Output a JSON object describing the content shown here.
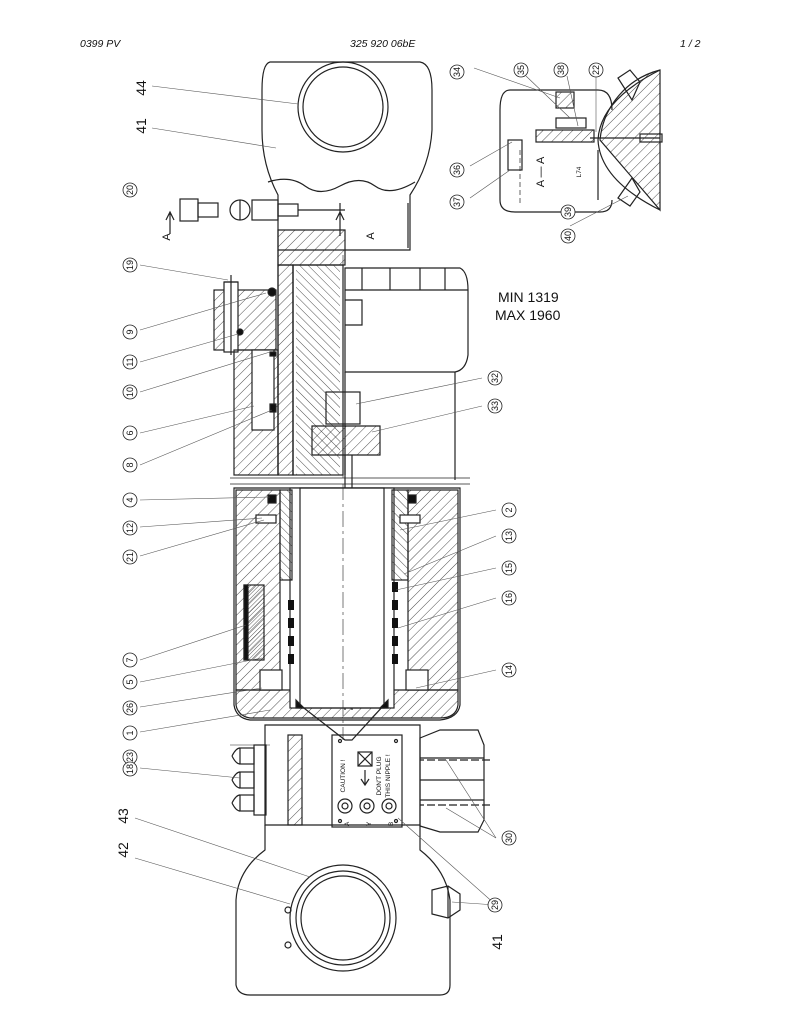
{
  "header": {
    "left": "0399 PV",
    "center": "325 920 06bE",
    "right": "1 / 2"
  },
  "dimensions": {
    "min": "MIN 1319",
    "max": "MAX 1960"
  },
  "big_labels": [
    "44",
    "41",
    "43",
    "42",
    "41"
  ],
  "section_marks": [
    "A",
    "A",
    "A — A"
  ],
  "callouts": [
    "20",
    "19",
    "9",
    "11",
    "10",
    "6",
    "8",
    "4",
    "12",
    "21",
    "7",
    "5",
    "26",
    "1",
    "23",
    "18",
    "34",
    "35",
    "38",
    "22",
    "36",
    "37",
    "40",
    "39",
    "32",
    "33",
    "2",
    "13",
    "15",
    "16",
    "14",
    "30",
    "29"
  ],
  "plate": {
    "caution": "CAUTION !",
    "warning_line1": "DON'T PLUG",
    "warning_line2": "THIS NIPPLE !",
    "ports": [
      "A",
      "Y",
      "B"
    ]
  },
  "detail_label": "L74"
}
